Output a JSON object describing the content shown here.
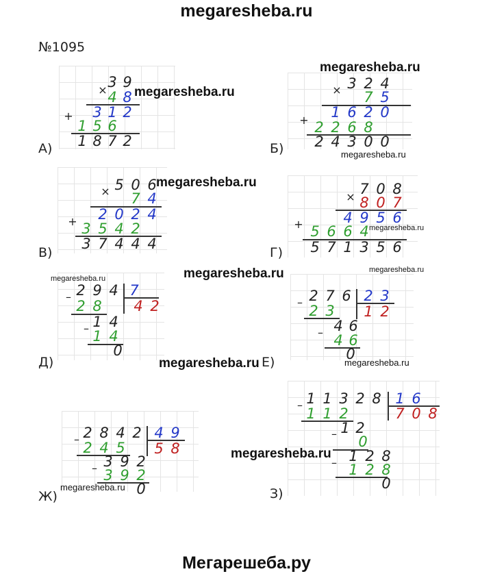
{
  "header": {
    "site": "megaresheba.ru"
  },
  "footer": {
    "site": "Мегарешеба.ру"
  },
  "problem": {
    "number": "№1095"
  },
  "labels": {
    "a": "А)",
    "b": "Б)",
    "v": "В)",
    "g": "Г)",
    "d": "Д)",
    "e": "Е)",
    "zh": "Ж)",
    "z": "З)"
  },
  "watermarks": {
    "big": "megaresheba.ru",
    "small": "megaresheba.ru"
  },
  "operators": {
    "mul": "×",
    "plus": "+",
    "minus": "–"
  },
  "colors": {
    "blue": "#2338c8",
    "green": "#2f9e2f",
    "red": "#c02020",
    "black": "#222222"
  },
  "a": {
    "multiplicand": [
      "3",
      "9"
    ],
    "multiplier": [
      "4",
      "8"
    ],
    "partial1": [
      "3",
      "1",
      "2"
    ],
    "partial2": [
      "1",
      "5",
      "6"
    ],
    "result": [
      "1",
      "8",
      "7",
      "2"
    ]
  },
  "b": {
    "multiplicand": [
      "3",
      "2",
      "4"
    ],
    "multiplier": [
      "7",
      "5"
    ],
    "partial1": [
      "1",
      "6",
      "2",
      "0"
    ],
    "partial2": [
      "2",
      "2",
      "6",
      "8"
    ],
    "result": [
      "2",
      "4",
      "3",
      "0",
      "0"
    ]
  },
  "v": {
    "multiplicand": [
      "5",
      "0",
      "6"
    ],
    "multiplier": [
      "7",
      "4"
    ],
    "partial1": [
      "2",
      "0",
      "2",
      "4"
    ],
    "partial2": [
      "3",
      "5",
      "4",
      "2"
    ],
    "result": [
      "3",
      "7",
      "4",
      "4",
      "4"
    ]
  },
  "g": {
    "multiplicand": [
      "7",
      "0",
      "8"
    ],
    "multiplier": [
      "8",
      "0",
      "7"
    ],
    "partial1": [
      "4",
      "9",
      "5",
      "6"
    ],
    "partial2": [
      "5",
      "6",
      "6",
      "4"
    ],
    "result": [
      "5",
      "7",
      "1",
      "3",
      "5",
      "6"
    ]
  },
  "d": {
    "dividend": [
      "2",
      "9",
      "4"
    ],
    "divisor": [
      "7"
    ],
    "quotient": [
      "4",
      "2"
    ],
    "s1": [
      "2",
      "8"
    ],
    "r1": [
      "1",
      "4"
    ],
    "s2": [
      "1",
      "4"
    ],
    "rem": [
      "0"
    ]
  },
  "e": {
    "dividend": [
      "2",
      "7",
      "6"
    ],
    "divisor": [
      "2",
      "3"
    ],
    "quotient": [
      "1",
      "2"
    ],
    "s1": [
      "2",
      "3"
    ],
    "r1": [
      "4",
      "6"
    ],
    "s2": [
      "4",
      "6"
    ],
    "rem": [
      "0"
    ]
  },
  "zh": {
    "dividend": [
      "2",
      "8",
      "4",
      "2"
    ],
    "divisor": [
      "4",
      "9"
    ],
    "quotient": [
      "5",
      "8"
    ],
    "s1": [
      "2",
      "4",
      "5"
    ],
    "r1": [
      "3",
      "9",
      "2"
    ],
    "s2": [
      "3",
      "9",
      "2"
    ],
    "rem": [
      "0"
    ]
  },
  "z": {
    "dividend": [
      "1",
      "1",
      "3",
      "2",
      "8"
    ],
    "divisor": [
      "1",
      "6"
    ],
    "quotient": [
      "7",
      "0",
      "8"
    ],
    "s1": [
      "1",
      "1",
      "2"
    ],
    "r1": [
      "1",
      "2"
    ],
    "s2": [
      "0"
    ],
    "r2": [
      "1",
      "2",
      "8"
    ],
    "s3": [
      "1",
      "2",
      "8"
    ],
    "rem": [
      "0"
    ]
  }
}
